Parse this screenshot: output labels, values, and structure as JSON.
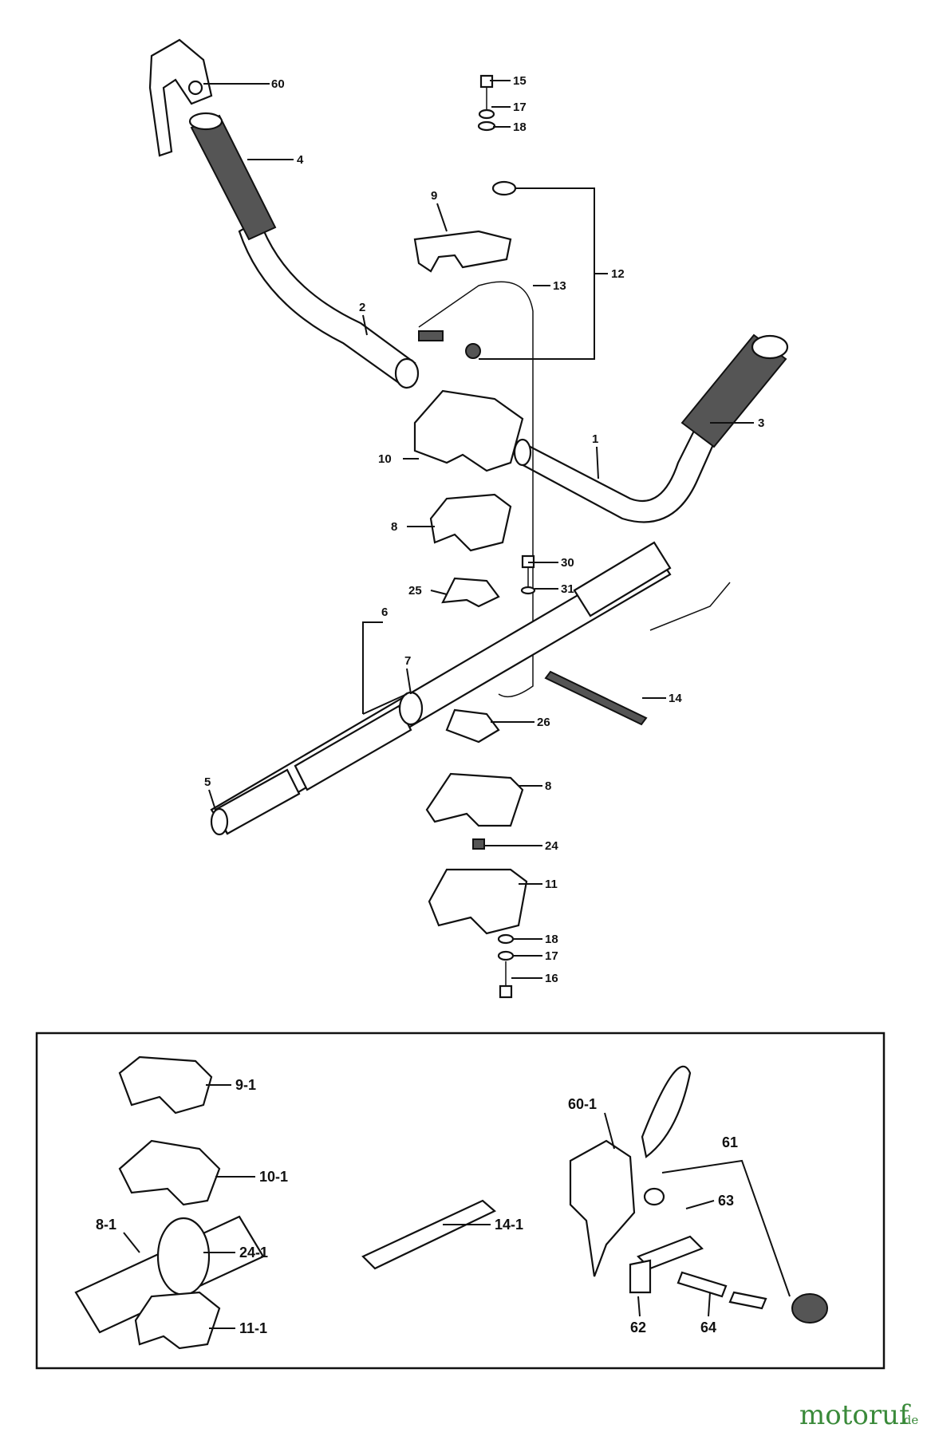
{
  "labels": {
    "l60": "60",
    "l15": "15",
    "l17a": "17",
    "l18a": "18",
    "l4": "4",
    "l9": "9",
    "l12": "12",
    "l13": "13",
    "l2": "2",
    "l3": "3",
    "l1": "1",
    "l10": "10",
    "l8a": "8",
    "l30": "30",
    "l31": "31",
    "l25": "25",
    "l6": "6",
    "l7": "7",
    "l14": "14",
    "l26": "26",
    "l5": "5",
    "l8b": "8",
    "l24": "24",
    "l11": "11",
    "l18b": "18",
    "l17b": "17",
    "l16": "16",
    "l9_1": "9-1",
    "l10_1": "10-1",
    "l8_1": "8-1",
    "l24_1": "24-1",
    "l11_1": "11-1",
    "l14_1": "14-1",
    "l60_1": "60-1",
    "l61": "61",
    "l63": "63",
    "l62": "62",
    "l64": "64"
  },
  "watermark": {
    "main": "motoruf",
    "sub": ".de"
  }
}
